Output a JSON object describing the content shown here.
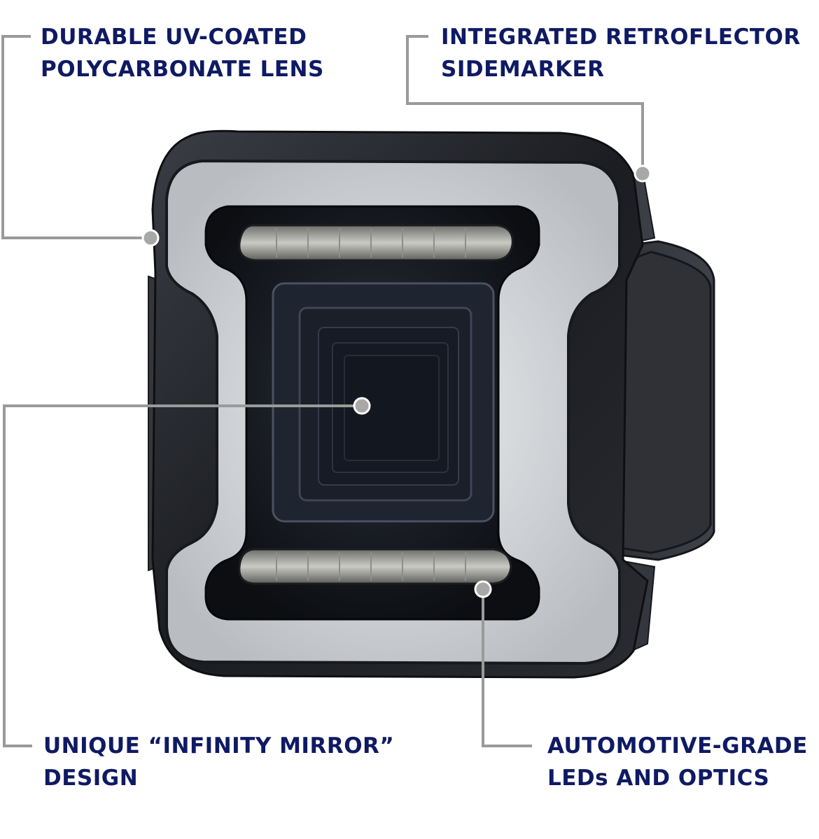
{
  "callouts": {
    "lens": {
      "line1": "DURABLE UV-COATED",
      "line2": "POLYCARBONATE LENS"
    },
    "retroflector": {
      "line1": "INTEGRATED RETROFLECTOR",
      "line2": "SIDEMARKER"
    },
    "mirror": {
      "line1": "UNIQUE “INFINITY MIRROR”",
      "line2": "DESIGN"
    },
    "led": {
      "line1": "AUTOMOTIVE-GRADE",
      "line2": "LEDs AND OPTICS"
    }
  },
  "colors": {
    "label_text": "#0f1a63",
    "leader_line": "#9a9a9a",
    "housing": "#1d1f24",
    "light_ring": "#d9dadc"
  }
}
